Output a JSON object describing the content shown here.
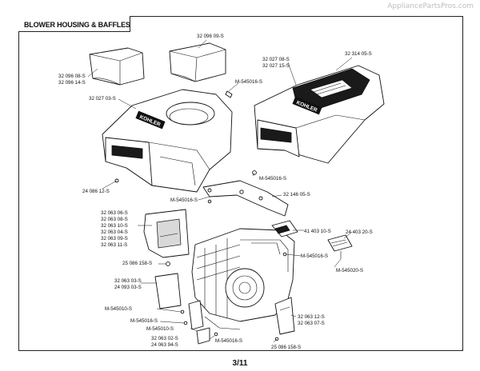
{
  "watermark": "AppliancePartsPros.com",
  "title": "BLOWER HOUSING & BAFFLES",
  "page": "3/11",
  "brand": "KOHLER",
  "callouts": {
    "c_09609": "32 096 09-S",
    "c_09608": "32 096 08-S",
    "c_09614": "32 096 14-S",
    "c_02703": "32 027 03-S",
    "c_02708": "32 027 08-S",
    "c_02715": "32 027 15-S",
    "c_31405": "32 314 05-S",
    "c_m16a": "M-545016-S",
    "c_m16b": "M-545016-S",
    "c_m16c": "M-545016-S",
    "c_08612": "24 086 12-S",
    "c_14605": "32 146 05-S",
    "c_06306": "32 063 06-S",
    "c_06308": "32 063 08-S",
    "c_06310": "32 063 10-S",
    "c_06304": "32 063 04-S",
    "c_06309": "32 063 09-S",
    "c_06311": "32 063 11-S",
    "c_40310": "41 403 10-S",
    "c_40320": "24 403 20-S",
    "c_m16d": "M-545016-S",
    "c_m20": "M-545020-S",
    "c_086158a": "25 086 158-S",
    "c_06303": "32 063 03-S",
    "c_09303": "24 093 03-S",
    "c_m10a": "M-545010-S",
    "c_m16e": "M-545016-S",
    "c_m10b": "M-545010-S",
    "c_06302": "32 063 02-S",
    "c_09404": "24 063 94-S",
    "c_m16f": "M-545016-S",
    "c_06312": "32 063 12-S",
    "c_06307": "32 063 07-S",
    "c_086158b": "25 086 158-S"
  }
}
